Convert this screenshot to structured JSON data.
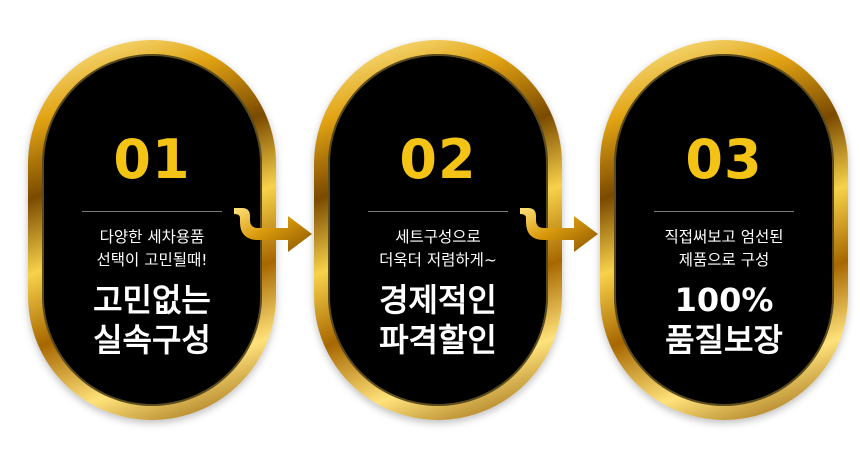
{
  "steps": [
    {
      "number": "01",
      "desc_line1": "다양한 세차용품",
      "desc_line2": "선택이 고민될때!",
      "main_line1": "고민없는",
      "main_line2": "실속구성"
    },
    {
      "number": "02",
      "desc_line1": "세트구성으로",
      "desc_line2": "더욱더 저렴하게~",
      "main_line1": "경제적인",
      "main_line2": "파격할인"
    },
    {
      "number": "03",
      "desc_line1": "직접써보고 엄선된",
      "desc_line2": "제품으로 구성",
      "main_line1": "100%",
      "main_line2": "품질보장"
    }
  ],
  "colors": {
    "gold": "#f3c315",
    "frame_dark": "#7a4a00",
    "background": "#ffffff",
    "pill_fill": "#000000",
    "arrow": "#d99a0c"
  }
}
